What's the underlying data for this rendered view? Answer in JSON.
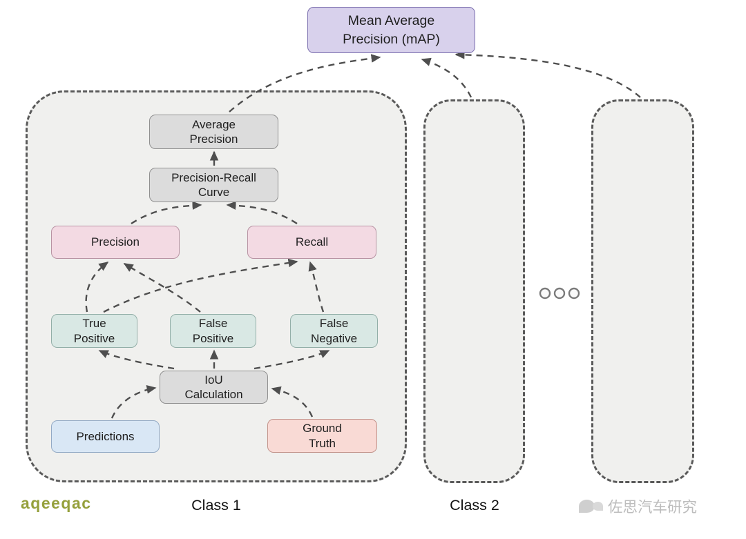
{
  "map_node": {
    "text": "Mean Average\nPrecision (mAP)"
  },
  "classes": {
    "class1": {
      "label": "Class 1",
      "nodes": {
        "average_precision": "Average\nPrecision",
        "precision_recall_curve": "Precision-Recall\nCurve",
        "precision": "Precision",
        "recall": "Recall",
        "true_positive": "True\nPositive",
        "false_positive": "False\nPositive",
        "false_negative": "False\nNegative",
        "iou_calculation": "IoU\nCalculation",
        "predictions": "Predictions",
        "ground_truth": "Ground\nTruth"
      }
    },
    "class2": {
      "label": "Class 2"
    },
    "class3": {
      "label": ""
    }
  },
  "footer": {
    "logo_text": "aqeeqac",
    "watermark_text": "佐思汽车研究"
  },
  "icons": {
    "more_classes_dots": "three-hollow-circles",
    "watermark_bubbles": "chat-bubbles",
    "arrows": "dashed-flow-arrows"
  },
  "colors": {
    "map_fill": "#d8d1ec",
    "map_border": "#7b6fae",
    "container_fill": "#f0f0ee",
    "container_border": "#5a5a5a",
    "gray_fill": "#dcdcdc",
    "gray_border": "#8f8f8f",
    "pink_fill": "#f3dae3",
    "pink_border": "#b893a3",
    "teal_fill": "#d9e8e4",
    "teal_border": "#93afa8",
    "blue_fill": "#d9e7f5",
    "blue_border": "#93aac5",
    "salmon_fill": "#f9dad5",
    "salmon_border": "#c2938b",
    "arrow": "#4e4e4e",
    "logo": "#95a03c",
    "watermark": "#bdbdbd"
  }
}
